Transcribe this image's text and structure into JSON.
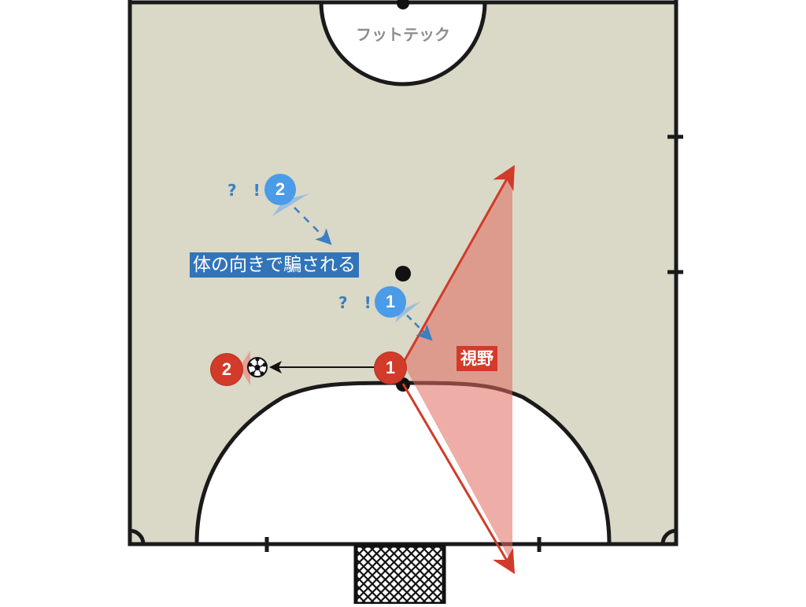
{
  "diagram": {
    "type": "futsal tactical diagram",
    "brand_text": "フットテック",
    "caption": "体の向きで騙される",
    "field_of_view_label": "視野",
    "colors": {
      "pitch": "#dad8c7",
      "lines": "#1a1a1a",
      "attack_team": "#d23a2a",
      "defense_team": "#4a9be8",
      "caption_bg": "#3274b8",
      "vision_fill": "#e06a5c"
    },
    "players": {
      "defenders": [
        {
          "number": "2",
          "reaction": "? !"
        },
        {
          "number": "1",
          "reaction": "? !"
        }
      ],
      "attackers": [
        {
          "number": "1"
        },
        {
          "number": "2"
        }
      ]
    },
    "ball_icon": "soccer-ball"
  }
}
